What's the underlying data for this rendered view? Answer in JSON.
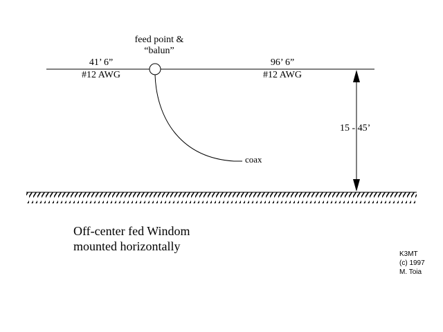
{
  "labels": {
    "feed_point_line1": "feed point &",
    "feed_point_line2": "“balun”",
    "left_length": "41’ 6”",
    "left_wire": "#12 AWG",
    "right_length": "96’ 6”",
    "right_wire": "#12 AWG",
    "height": "15 - 45’",
    "coax": "coax"
  },
  "caption": {
    "line1": "Off-center fed Windom",
    "line2": "mounted horizontally"
  },
  "credit": {
    "line1": "K3MT",
    "line2": "(c) 1997",
    "line3": "M. Toia"
  }
}
